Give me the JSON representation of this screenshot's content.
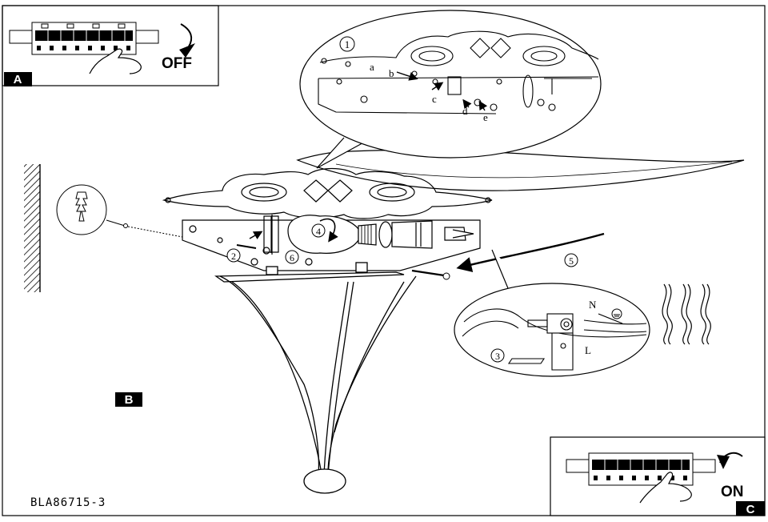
{
  "panels": {
    "a": {
      "letter": "A",
      "action": "OFF"
    },
    "b": {
      "letter": "B"
    },
    "c": {
      "letter": "C",
      "action": "ON"
    }
  },
  "steps": [
    "1",
    "2",
    "3",
    "4",
    "5",
    "6"
  ],
  "parts": [
    "a",
    "b",
    "c",
    "d",
    "e"
  ],
  "wires": {
    "neutral": "N",
    "live": "L"
  },
  "model_code": "BLA86715-3"
}
